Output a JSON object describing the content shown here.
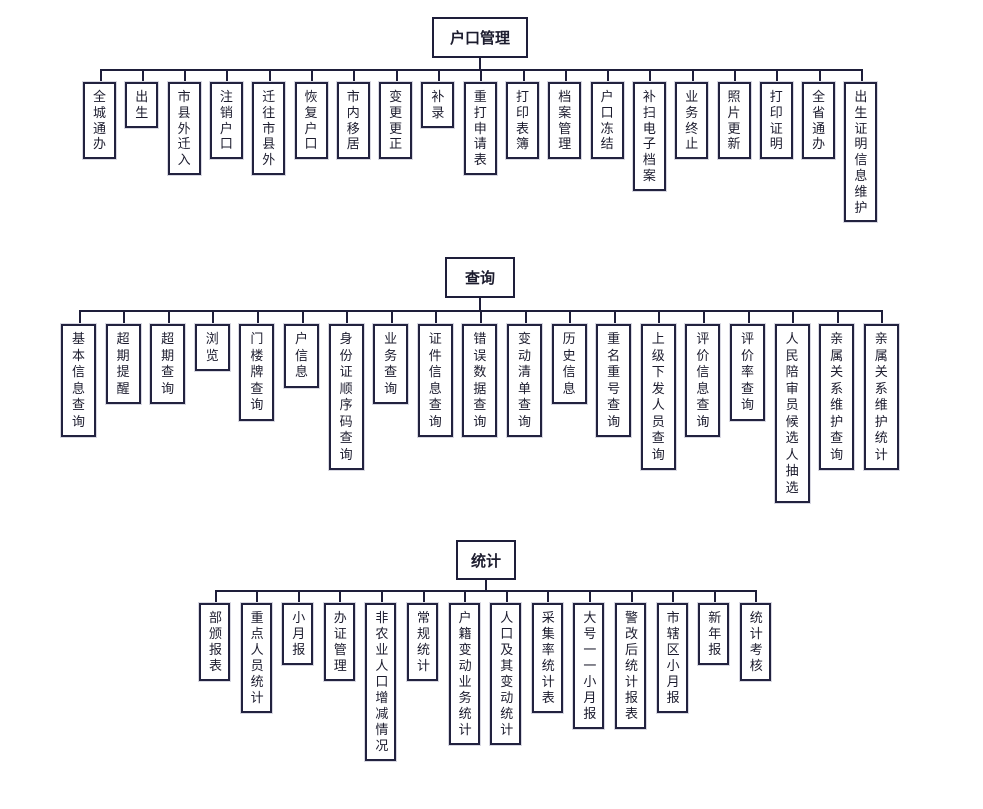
{
  "sections": [
    {
      "title": "户口管理",
      "items": [
        "全城通办",
        "出生",
        "市县外迁入",
        "注销户口",
        "迁往市县外",
        "恢复户口",
        "市内移居",
        "变更更正",
        "补录",
        "重打申请表",
        "打印表簿",
        "档案管理",
        "户口冻结",
        "补扫电子档案",
        "业务终止",
        "照片更新",
        "打印证明",
        "全省通办",
        "出生证明信息维护"
      ]
    },
    {
      "title": "查询",
      "items": [
        "基本信息查询",
        "超期提醒",
        "超期查询",
        "浏览",
        "门楼牌查询",
        "户信息",
        "身份证顺序码查询",
        "业务查询",
        "证件信息查询",
        "错误数据查询",
        "变动清单查询",
        "历史信息",
        "重名重号查询",
        "上级下发人员查询",
        "评价信息查询",
        "评价率查询",
        "人民陪审员候选人抽选",
        "亲属关系维护查询",
        "亲属关系维护统计"
      ]
    },
    {
      "title": "统计",
      "items": [
        "部颁报表",
        "重点人员统计",
        "小月报",
        "办证管理",
        "非农业人口增减情况",
        "常规统计",
        "户籍变动业务统计",
        "人口及其变动统计",
        "采集率统计表",
        "大号一一小月报",
        "警改后统计报表",
        "市辖区小月报",
        "新年报",
        "统计考核"
      ]
    }
  ]
}
